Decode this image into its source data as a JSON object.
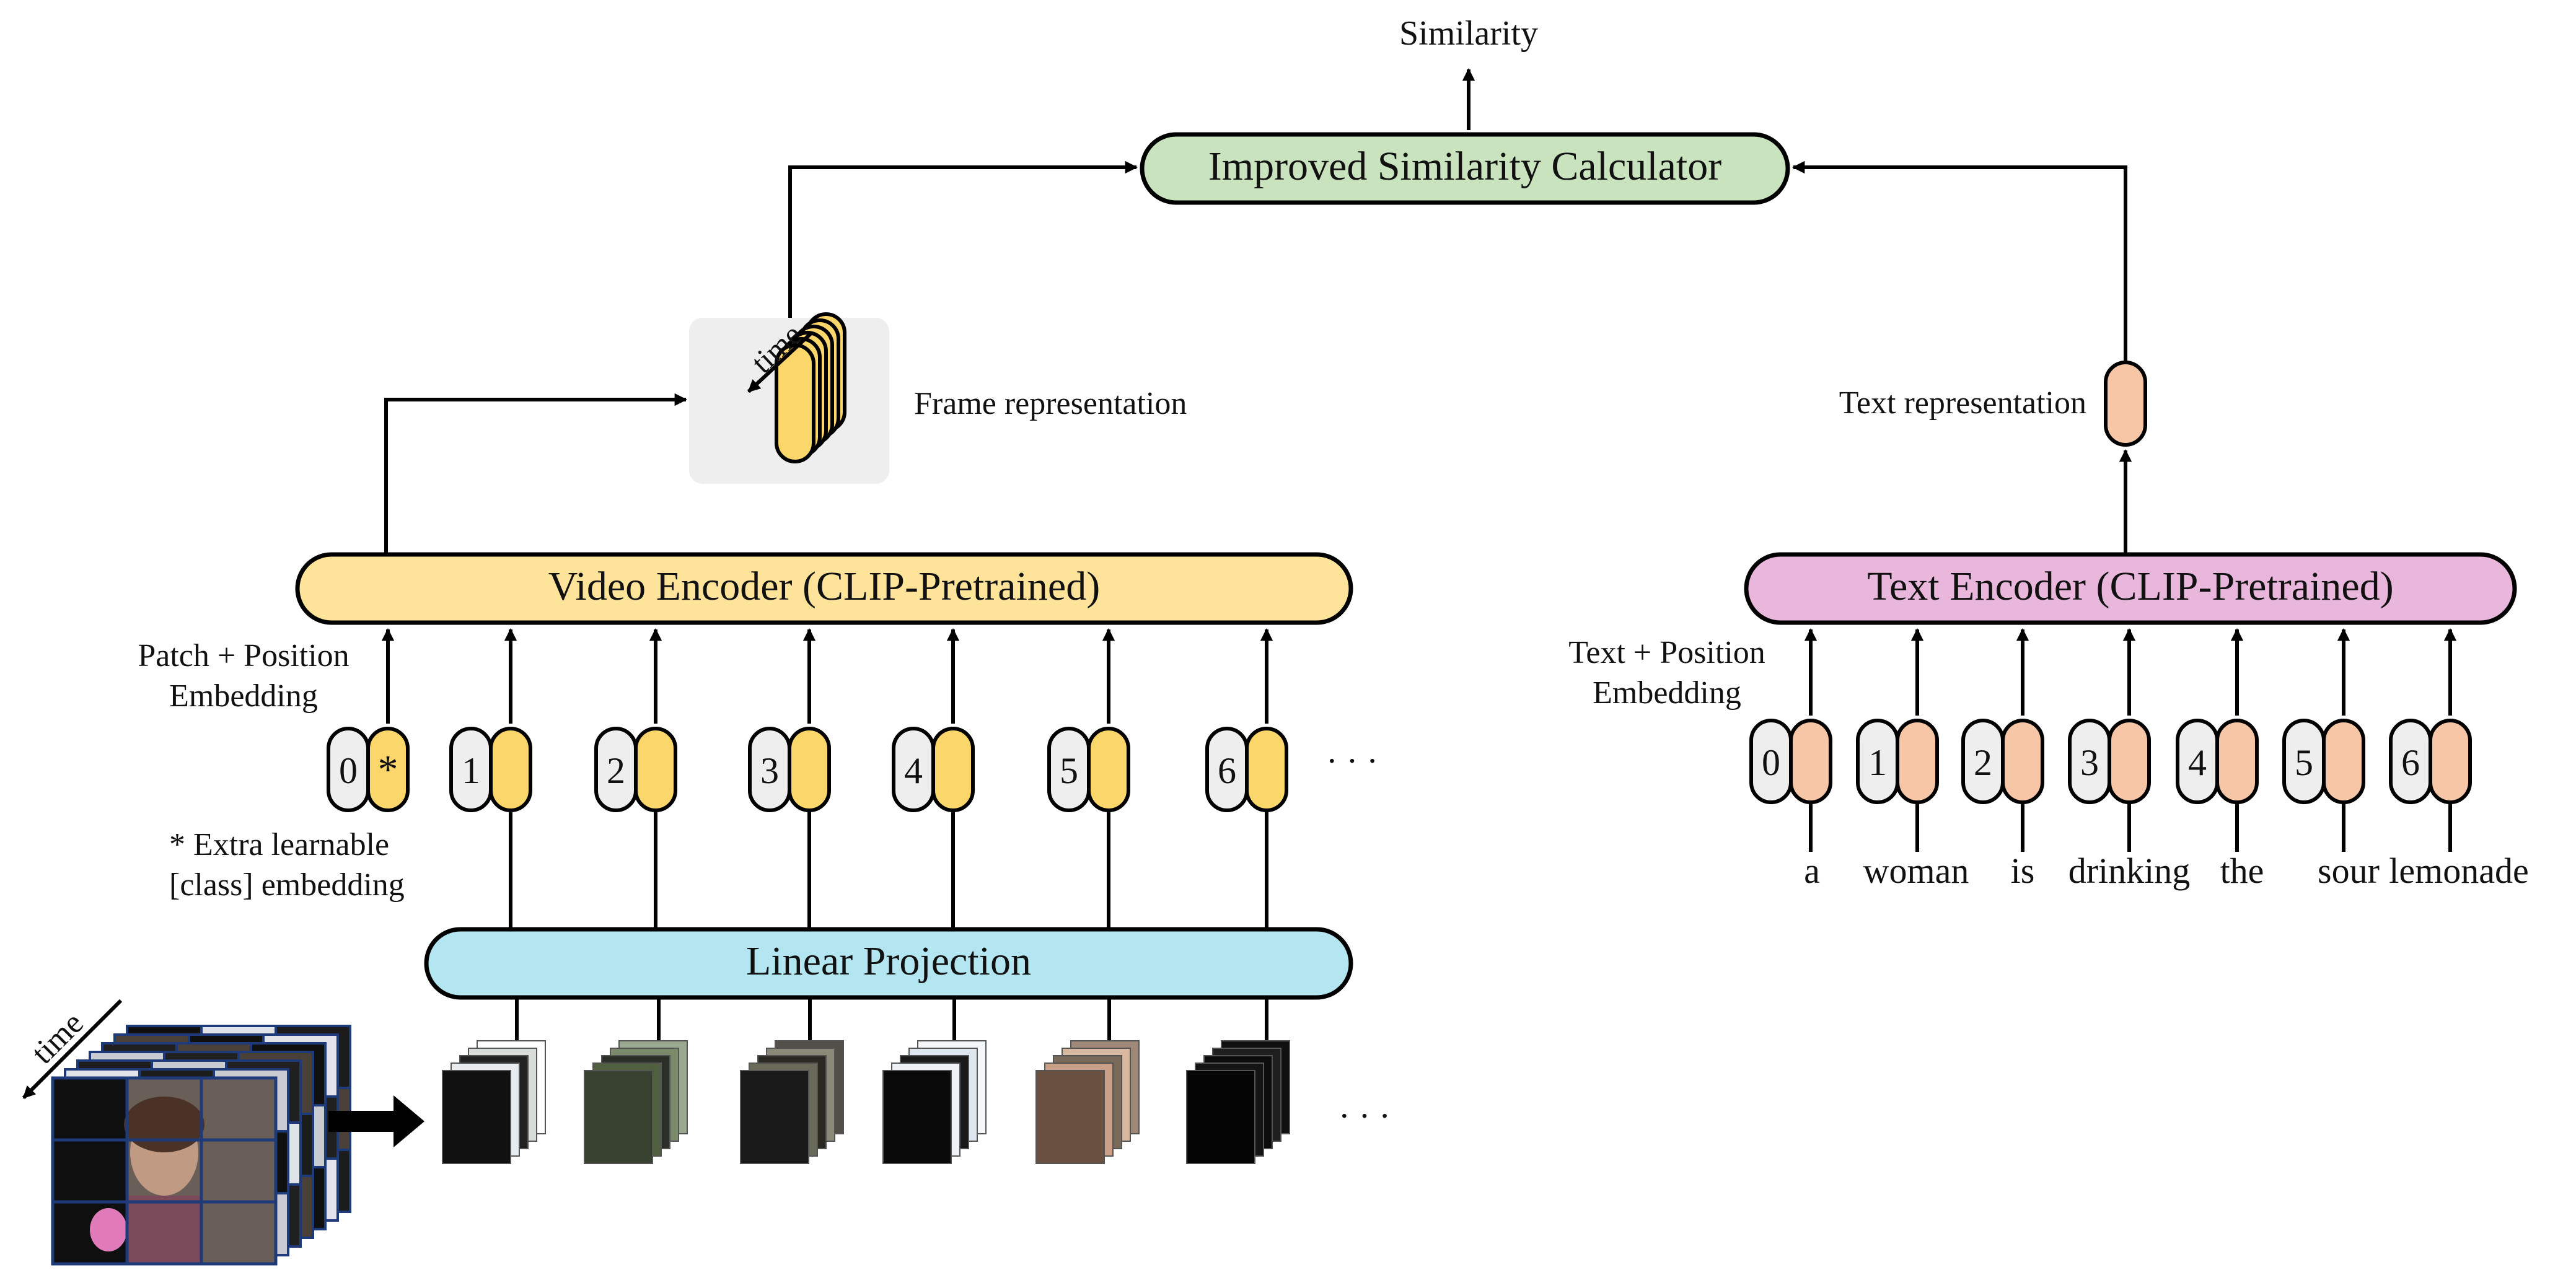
{
  "labels": {
    "similarity": "Similarity",
    "calculator": "Improved Similarity Calculator",
    "frame_representation": "Frame representation",
    "text_representation": "Text representation",
    "time": "time",
    "video_encoder": "Video Encoder (CLIP-Pretrained)",
    "text_encoder": "Text Encoder (CLIP-Pretrained)",
    "linear_projection": "Linear Projection",
    "patch_embedding_line1": "Patch + Position",
    "patch_embedding_line2": "Embedding",
    "text_embedding_line1": "Text + Position",
    "text_embedding_line2": "Embedding",
    "extra_line1": "* Extra learnable",
    "extra_line2": "[class] embedding",
    "ellipsis": "· · ·"
  },
  "video_tokens": [
    {
      "index": "0",
      "content": "*"
    },
    {
      "index": "1",
      "content": ""
    },
    {
      "index": "2",
      "content": ""
    },
    {
      "index": "3",
      "content": ""
    },
    {
      "index": "4",
      "content": ""
    },
    {
      "index": "5",
      "content": ""
    },
    {
      "index": "6",
      "content": ""
    }
  ],
  "text_tokens": [
    {
      "index": "0",
      "word": "a"
    },
    {
      "index": "1",
      "word": "woman"
    },
    {
      "index": "2",
      "word": "is"
    },
    {
      "index": "3",
      "word": "drinking"
    },
    {
      "index": "4",
      "word": "the"
    },
    {
      "index": "5",
      "word": "sour"
    },
    {
      "index": "6",
      "word": "lemonade"
    }
  ],
  "colors": {
    "calculator_fill": "#c9e3bf",
    "video_encoder_fill": "#fde49a",
    "video_token_fill": "#fbd66a",
    "text_encoder_fill": "#e9b7dc",
    "text_token_fill": "#f6c6a6",
    "linear_projection_fill": "#b3e6f0",
    "index_fill": "#eeeeee",
    "frame_panel_fill": "#eeeeee"
  }
}
